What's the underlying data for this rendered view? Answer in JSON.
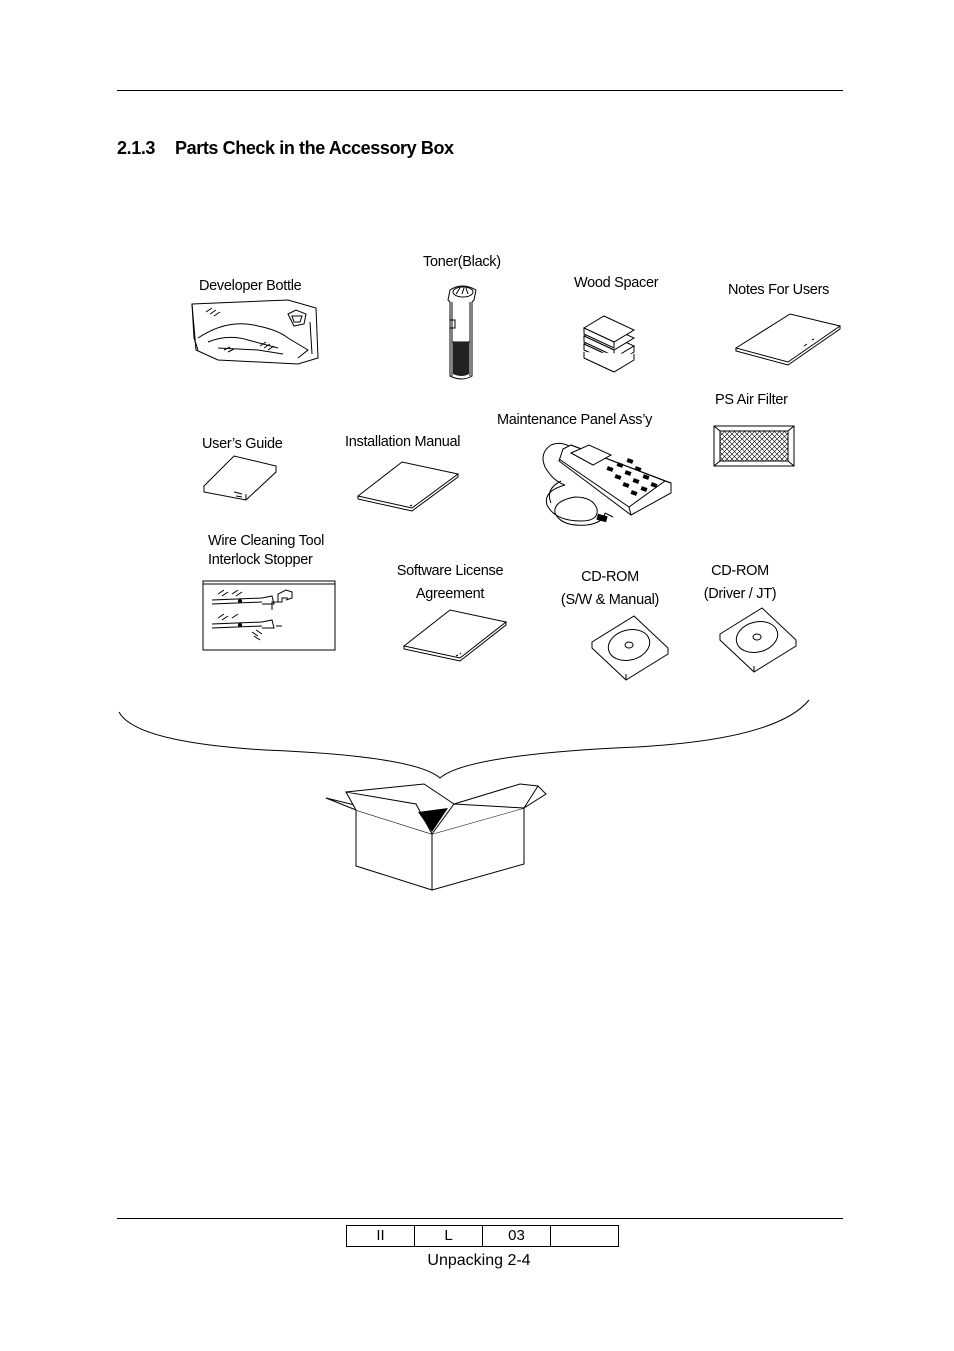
{
  "section": {
    "number": "2.1.3",
    "title": "Parts Check in the Accessory Box"
  },
  "items": {
    "developer_bottle": "Developer Bottle",
    "toner": "Toner(Black)",
    "wood_spacer": "Wood Spacer",
    "notes_for_users": "Notes For Users",
    "ps_air_filter": "PS Air Filter",
    "maintenance_panel": "Maintenance Panel Ass’y",
    "users_guide": "User’s Guide",
    "installation_manual": "Installation Manual",
    "wire_cleaning_tool": "Wire Cleaning Tool",
    "interlock_stopper": "Interlock Stopper",
    "software_license_1": "Software License",
    "software_license_2": "Agreement",
    "cdrom_sw_1": "CD-ROM",
    "cdrom_sw_2": "(S/W & Manual)",
    "cdrom_driver_1": "CD-ROM",
    "cdrom_driver_2": "(Driver / JT)"
  },
  "footer": {
    "cells": [
      "II",
      "L",
      "03",
      ""
    ],
    "page": "Unpacking 2-4"
  }
}
